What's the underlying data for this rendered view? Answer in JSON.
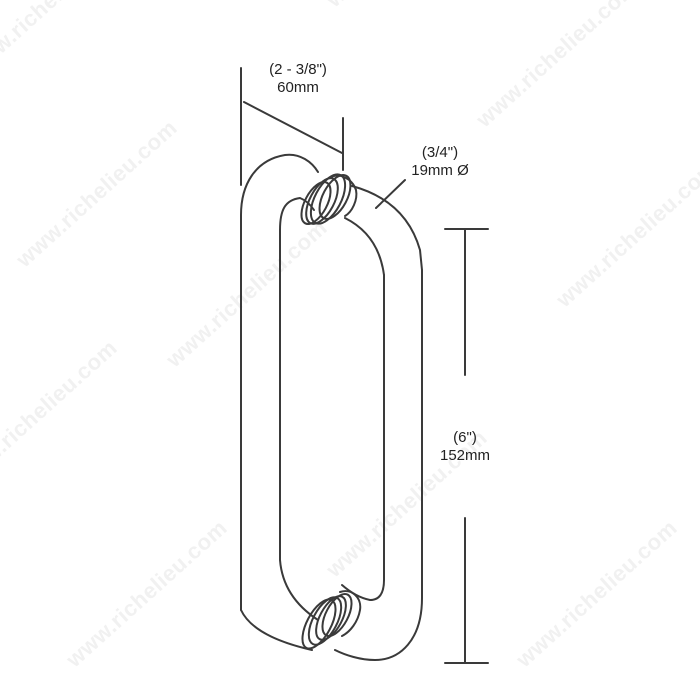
{
  "diagram": {
    "subject": "D-shaped door pull handle",
    "stroke_color": "#3a3a3a",
    "background": "#ffffff",
    "watermark": {
      "text": "www.richelieu.com",
      "color": "#f1f1f1"
    },
    "dimensions": {
      "projection": {
        "imperial": "(2 - 3/8\")",
        "metric": "60mm"
      },
      "diameter": {
        "imperial": "(3/4\")",
        "metric": "19mm Ø"
      },
      "center_to_center": {
        "imperial": "(6\")",
        "metric": "152mm"
      }
    }
  }
}
